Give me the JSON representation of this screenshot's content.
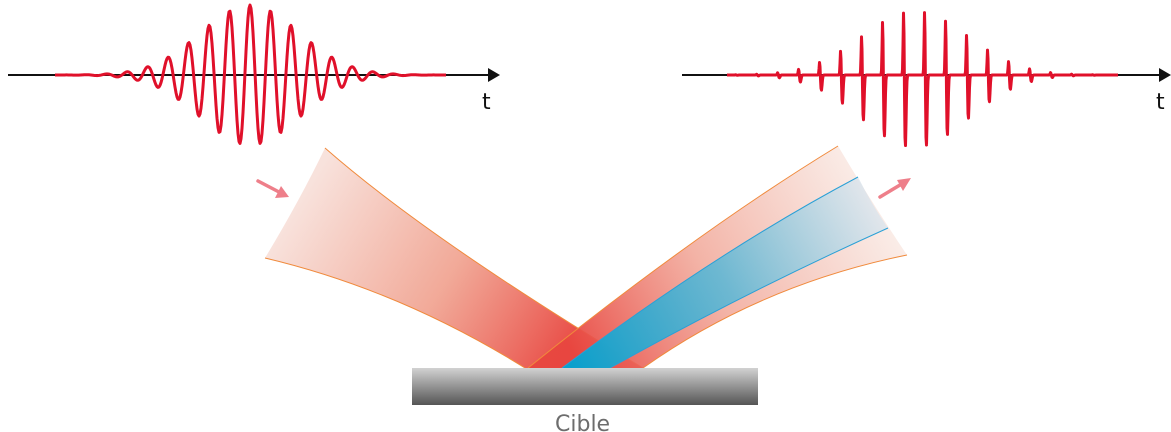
{
  "diagram": {
    "axis_left_label": "t",
    "axis_right_label": "t",
    "target_label": "Cible",
    "colors": {
      "pulse": "#e0102a",
      "axis": "#111111",
      "beam_incident": "#e8463f",
      "beam_harmonic": "#1aa6cf",
      "arrow": "#ee7f8a",
      "target_top": "#c9c9c9",
      "target_bottom": "#555555",
      "beam_edge": "#f08a3c"
    },
    "icons": [
      "incident-direction-arrow-icon",
      "reflected-direction-arrow-icon"
    ]
  }
}
